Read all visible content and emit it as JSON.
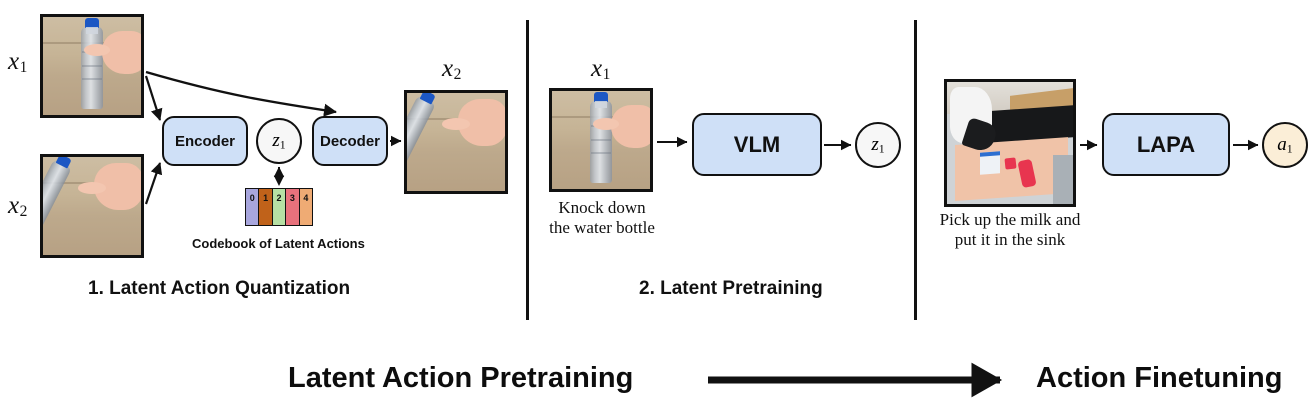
{
  "figure": {
    "bottom_left_title": "Latent Action Pretraining",
    "bottom_right_title": "Action Finetuning",
    "bottom_arrow_icon": "right-arrow-icon"
  },
  "panel1": {
    "title": "1. Latent Action Quantization",
    "input_top_label": "x",
    "input_top_sub": "1",
    "input_bottom_label": "x",
    "input_bottom_sub": "2",
    "output_label": "x",
    "output_sub": "2",
    "encoder_label": "Encoder",
    "decoder_label": "Decoder",
    "latent_label": "z",
    "latent_sub": "1",
    "codebook_caption": "Codebook of Latent Actions",
    "codebook_cells": [
      {
        "index": "0",
        "color": "#a8a6dd"
      },
      {
        "index": "1",
        "color": "#c0621a"
      },
      {
        "index": "2",
        "color": "#b6e0a4"
      },
      {
        "index": "3",
        "color": "#e8717c"
      },
      {
        "index": "4",
        "color": "#efab74"
      }
    ],
    "image_top_alt": "hand reaching toward upright water bottle on table",
    "image_bottom_alt": "hand knocking over the water bottle on table",
    "image_out_alt": "water bottle tipped over with hand pointing"
  },
  "panel2": {
    "title": "2. Latent Pretraining",
    "input_label": "x",
    "input_sub": "1",
    "caption_line1": "Knock down",
    "caption_line2": "the water bottle",
    "model_label": "VLM",
    "output_label": "z",
    "output_sub": "1",
    "image_alt": "hand reaching toward upright water bottle on table"
  },
  "panel3": {
    "caption_line1": "Pick up the milk and",
    "caption_line2": "put it in the sink",
    "model_label": "LAPA",
    "output_label": "a",
    "output_sub": "1",
    "image_alt": "robot arm over counter with milk carton and red objects"
  },
  "colors": {
    "module_fill": "#cfe0f7",
    "latent_circle_fill": "#f7f7f7",
    "action_circle_fill": "#fbeed7",
    "stroke": "#111111",
    "background": "#ffffff"
  }
}
